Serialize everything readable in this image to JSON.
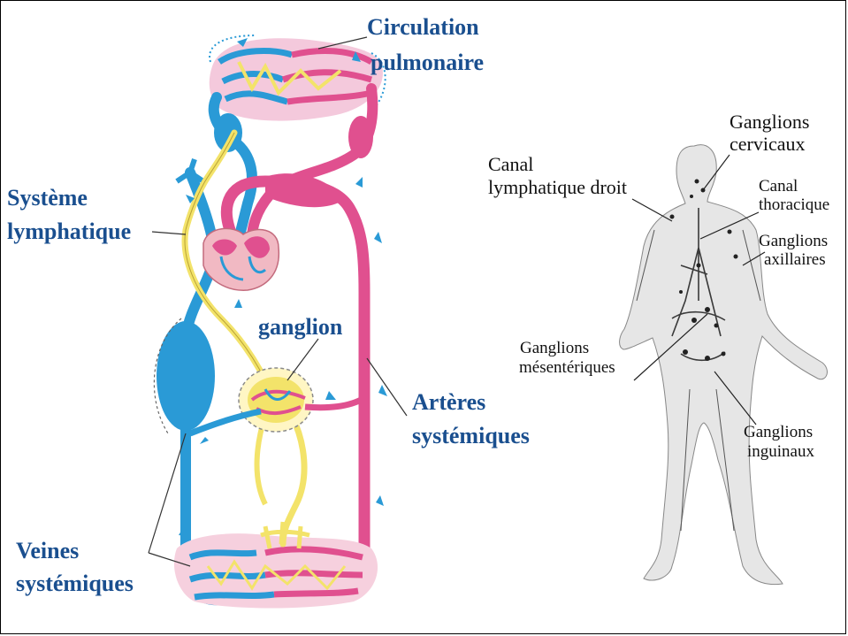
{
  "left_diagram": {
    "labels": {
      "pulmonary_1": "Circulation",
      "pulmonary_2": "pulmonaire",
      "lymph_system_1": "Système",
      "lymph_system_2": "lymphatique",
      "node": "ganglion",
      "arteries_1": "Artères",
      "arteries_2": "systémiques",
      "veins_1": "Veines",
      "veins_2": "systémiques"
    }
  },
  "right_diagram": {
    "labels": {
      "cervical_1": "Ganglions",
      "cervical_2": "cervicaux",
      "right_duct_1": "Canal",
      "right_duct_2": "lymphatique droit",
      "thoracic_1": "Canal",
      "thoracic_2": "thoracique",
      "axillary_1": "Ganglions",
      "axillary_2": "axillaires",
      "mesenteric_1": "Ganglions",
      "mesenteric_2": "mésentériques",
      "inguinal_1": "Ganglions",
      "inguinal_2": "inguinaux"
    }
  },
  "colors": {
    "vein_blue": "#2a9ad6",
    "artery_pink": "#e0508f",
    "lymph_yellow": "#f3e36a",
    "label_blue": "#1a4f8f",
    "body_gray": "#e6e6e6"
  }
}
